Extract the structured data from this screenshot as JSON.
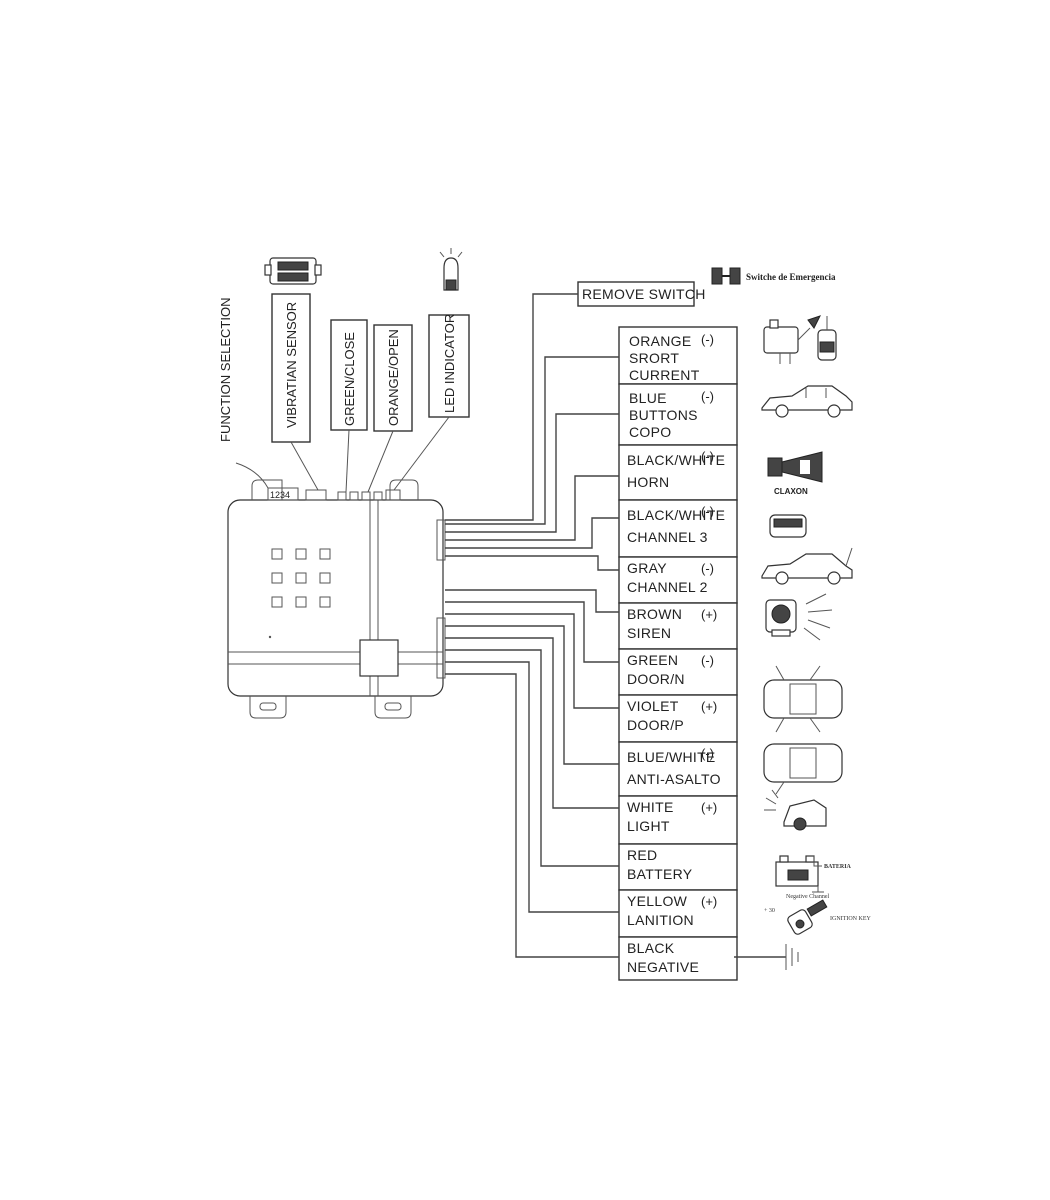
{
  "top_labels": {
    "function_selection": "FUNCTION SELECTION",
    "vibration_sensor": "VIBRATIAN SENSOR",
    "green_close": "GREEN/CLOSE",
    "orange_open": "ORANGE/OPEN",
    "led_indicator": "LED INDICATOR",
    "dip_numbers": "1234"
  },
  "remove_switch": "REMOVE SWITCH",
  "emergency_switch": "Switche de Emergencia",
  "icon_labels": {
    "claxon": "CLAXON",
    "bateria": "BATERIA",
    "negative_channel": "Negative Channel",
    "plus30": "+ 30",
    "ignition_key": "IGNITION KEY"
  },
  "wires": [
    {
      "line1": "ORANGE",
      "line2": "SRORT",
      "line3": "CURRENT",
      "polarity": "(-)"
    },
    {
      "line1": "BLUE",
      "line2": "BUTTONS",
      "line3": "COPO",
      "polarity": "(-)"
    },
    {
      "line1": "BLACK/WHITE",
      "line2": "HORN",
      "line3": "",
      "polarity": "(-)"
    },
    {
      "line1": "BLACK/WHITE",
      "line2": "CHANNEL 3",
      "line3": "",
      "polarity": "(-)"
    },
    {
      "line1": "GRAY",
      "line2": "CHANNEL 2",
      "line3": "",
      "polarity": "(-)"
    },
    {
      "line1": "BROWN",
      "line2": "SIREN",
      "line3": "",
      "polarity": "(+)"
    },
    {
      "line1": "GREEN",
      "line2": "DOOR/N",
      "line3": "",
      "polarity": "(-)"
    },
    {
      "line1": "VIOLET",
      "line2": "DOOR/P",
      "line3": "",
      "polarity": "(+)"
    },
    {
      "line1": "BLUE/WHITE",
      "line2": "ANTI-ASALTO",
      "line3": "",
      "polarity": "(-)"
    },
    {
      "line1": "WHITE",
      "line2": "LIGHT",
      "line3": "",
      "polarity": "(+)"
    },
    {
      "line1": "RED",
      "line2": "BATTERY",
      "line3": "",
      "polarity": ""
    },
    {
      "line1": "YELLOW",
      "line2": "LANITION",
      "line3": "",
      "polarity": "(+)"
    },
    {
      "line1": "BLACK",
      "line2": "NEGATIVE",
      "line3": "",
      "polarity": ""
    }
  ]
}
